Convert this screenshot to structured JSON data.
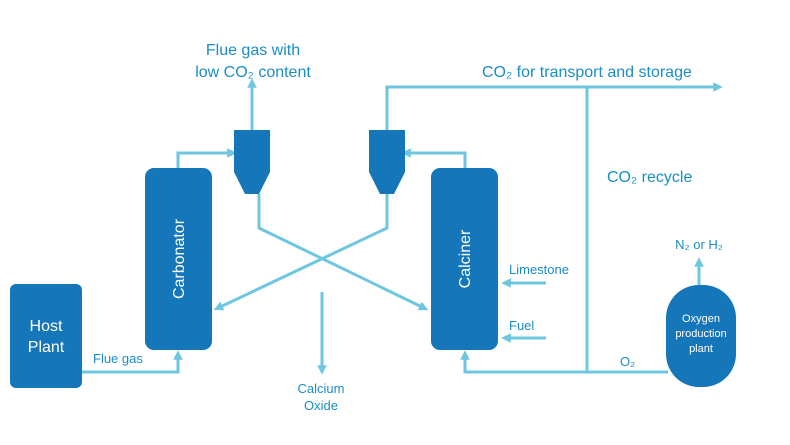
{
  "colors": {
    "unit_fill": "#1576b9",
    "flow_line": "#6ec6df",
    "label_text": "#1a8dc8",
    "unit_text": "#ffffff"
  },
  "units": {
    "host_plant": [
      "Host",
      "Plant"
    ],
    "carbonator": "Carbonator",
    "calciner": "Calciner",
    "oxygen_plant": [
      "Oxygen",
      "production",
      "plant"
    ]
  },
  "labels": {
    "flue_gas_out": [
      "Flue gas with",
      "low CO₂ content"
    ],
    "co2_transport": "CO₂ for transport and storage",
    "co2_recycle": "CO₂ recycle",
    "n2_h2": "N₂ or H₂",
    "limestone": "Limestone",
    "fuel": "Fuel",
    "flue_gas_in": "Flue gas",
    "o2": "O₂",
    "calcium_oxide": [
      "Calcium",
      "Oxide"
    ]
  }
}
